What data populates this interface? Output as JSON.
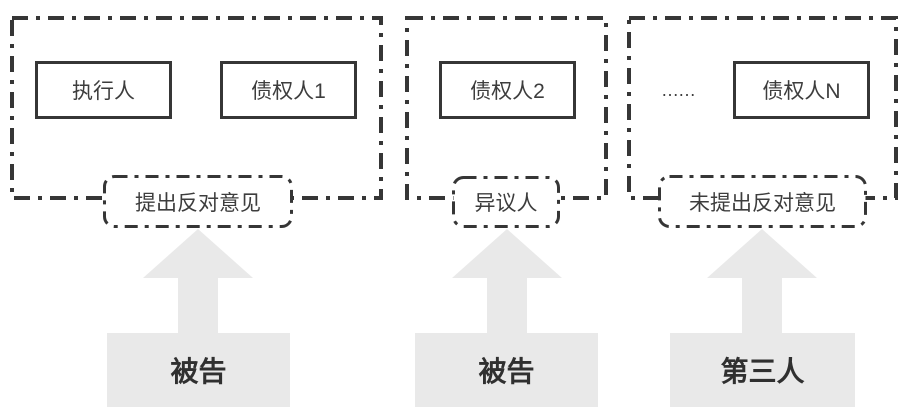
{
  "diagram": {
    "title": "execution objection litigation parties diagram",
    "groups": [
      {
        "parties": [
          "执行人",
          "债权人1"
        ],
        "role_tag": "提出反对意见",
        "litigant": "被告"
      },
      {
        "parties": [
          "债权人2"
        ],
        "role_tag": "异议人",
        "litigant": "被告"
      },
      {
        "parties": [
          "债权人N"
        ],
        "ellipsis": "……",
        "role_tag": "未提出反对意见",
        "litigant": "第三人"
      }
    ],
    "colors": {
      "line": "#363636",
      "text": "#3d3d3d",
      "arrow_fill": "#e9e9e9",
      "litigant_text": "#303030",
      "background": "#ffffff"
    }
  }
}
